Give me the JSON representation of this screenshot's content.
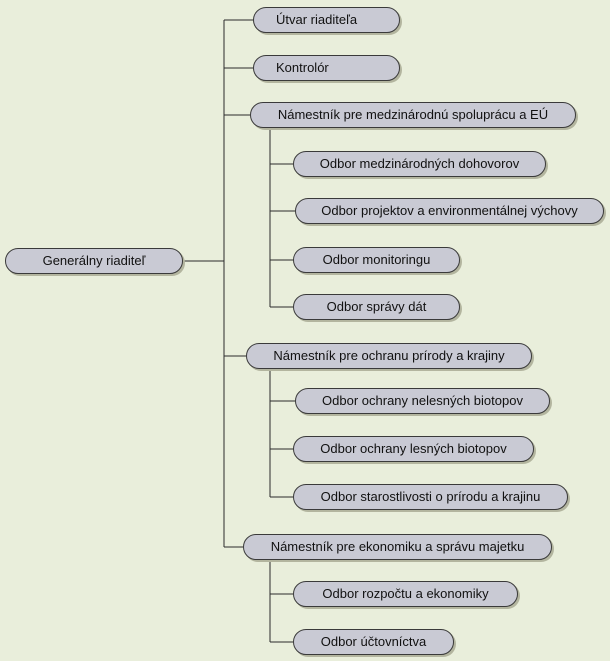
{
  "org_chart": {
    "root": {
      "label": "Generálny riaditeľ"
    },
    "direct_units": [
      {
        "label": "Útvar riaditeľa"
      },
      {
        "label": "Kontrolór"
      }
    ],
    "deputies": [
      {
        "label": "Námestník pre medzinárodnú spoluprácu a EÚ",
        "departments": [
          {
            "label": "Odbor medzinárodných dohovorov"
          },
          {
            "label": "Odbor projektov a environmentálnej výchovy"
          },
          {
            "label": "Odbor monitoringu"
          },
          {
            "label": "Odbor správy dát"
          }
        ]
      },
      {
        "label": "Námestník pre ochranu prírody a krajiny",
        "departments": [
          {
            "label": "Odbor ochrany nelesných biotopov"
          },
          {
            "label": "Odbor ochrany lesných biotopov"
          },
          {
            "label": "Odbor starostlivosti o prírodu a krajinu"
          }
        ]
      },
      {
        "label": "Námestník pre ekonomiku a správu majetku",
        "departments": [
          {
            "label": "Odbor rozpočtu a ekonomiky"
          },
          {
            "label": "Odbor účtovníctva"
          }
        ]
      }
    ]
  }
}
